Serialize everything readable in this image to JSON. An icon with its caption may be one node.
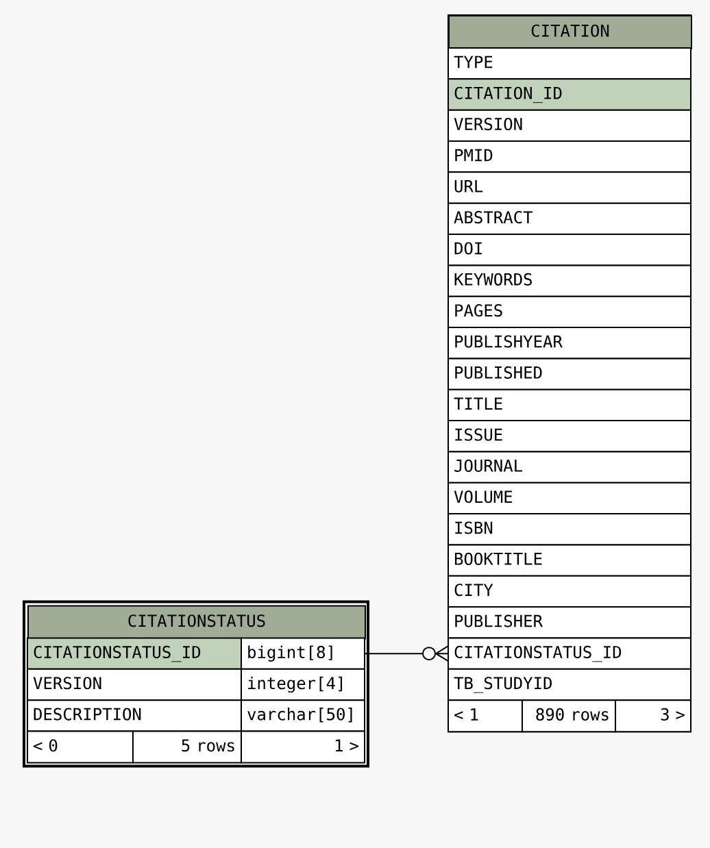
{
  "diagram": {
    "nodes": [
      {
        "text": [
          "CITATION"
        ]
      },
      {
        "text": [
          "TYPE"
        ],
        "in": 0
      },
      {
        "text": [
          "CITATION_ID"
        ],
        "in": 0
      },
      {
        "text": [
          "VERSION"
        ],
        "in": 0
      },
      {
        "text": [
          "PMID"
        ],
        "in": 0
      },
      {
        "text": [
          "URL"
        ],
        "in": 0
      },
      {
        "text": [
          "ABSTRACT"
        ],
        "in": 0
      },
      {
        "text": [
          "DOI"
        ],
        "in": 0
      },
      {
        "text": [
          "KEYWORDS"
        ],
        "in": 0
      },
      {
        "text": [
          "PAGES"
        ],
        "in": 0
      },
      {
        "text": [
          "PUBLISHYEAR"
        ],
        "in": 0
      },
      {
        "text": [
          "PUBLISHED"
        ],
        "in": 0
      },
      {
        "text": [
          "TITLE"
        ],
        "in": 0
      },
      {
        "text": [
          "ISSUE"
        ],
        "in": 0
      },
      {
        "text": [
          "JOURNAL"
        ],
        "in": 0
      },
      {
        "text": [
          "VOLUME"
        ],
        "in": 0
      },
      {
        "text": [
          "ISBN"
        ],
        "in": 0
      },
      {
        "text": [
          "BOOKTITLE"
        ],
        "in": 0
      },
      {
        "text": [
          "CITY"
        ],
        "in": 0
      },
      {
        "text": [
          "PUBLISHER"
        ],
        "in": 0
      },
      {
        "text": [
          "CITATIONSTATUS_ID"
        ],
        "in": 0
      },
      {
        "text": [
          "TB_STUDYID"
        ],
        "in": 0
      },
      {
        "text": [
          "< 1"
        ],
        "in": 0
      },
      {
        "text": [
          "890 rows"
        ],
        "in": 0
      },
      {
        "text": [
          "3 >"
        ],
        "in": 0
      },
      {
        "text": [
          "CITATIONSTATUS"
        ]
      },
      {
        "text": [
          "CITATIONSTATUS_ID"
        ],
        "in": 25
      },
      {
        "text": [
          "bigint[8]"
        ],
        "in": 25
      },
      {
        "text": [
          "VERSION"
        ],
        "in": 25
      },
      {
        "text": [
          "integer[4]"
        ],
        "in": 25
      },
      {
        "text": [
          "DESCRIPTION"
        ],
        "in": 25
      },
      {
        "text": [
          "varchar[50]"
        ],
        "in": 25
      },
      {
        "text": [
          "< 0"
        ],
        "in": 25
      },
      {
        "text": [
          "5 rows"
        ],
        "in": 25
      },
      {
        "text": [
          "1 >"
        ],
        "in": 25
      }
    ],
    "edges": [
      {
        "from": 27,
        "to": 20,
        "arrow": "other"
      }
    ]
  }
}
